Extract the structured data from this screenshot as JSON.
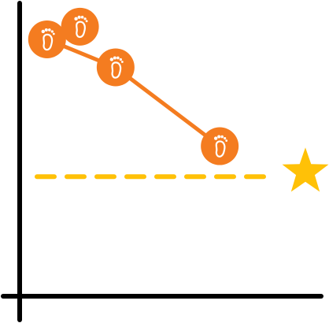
{
  "chart_data": {
    "type": "line",
    "title": "",
    "xlabel": "",
    "ylabel": "",
    "grid": false,
    "legend": "none",
    "series": [
      {
        "marker": "footprint-icon",
        "color": "#F47C20",
        "points": [
          {
            "x": 1,
            "y": 9.7,
            "connected": true
          },
          {
            "x": 2.2,
            "y": 10.2,
            "connected": false
          },
          {
            "x": 3.5,
            "y": 8.6,
            "connected": true
          },
          {
            "x": 7.3,
            "y": 5.5,
            "connected": true
          }
        ]
      }
    ],
    "target": {
      "value": 4.3,
      "style": "dashed",
      "marker": "star-icon",
      "color": "#FFC107"
    },
    "xlim": [
      0,
      11
    ],
    "ylim": [
      -0.4,
      11
    ]
  },
  "colors": {
    "axis": "#000000",
    "series": "#F47C20",
    "target": "#FFC107",
    "icon": "#ffffff"
  }
}
